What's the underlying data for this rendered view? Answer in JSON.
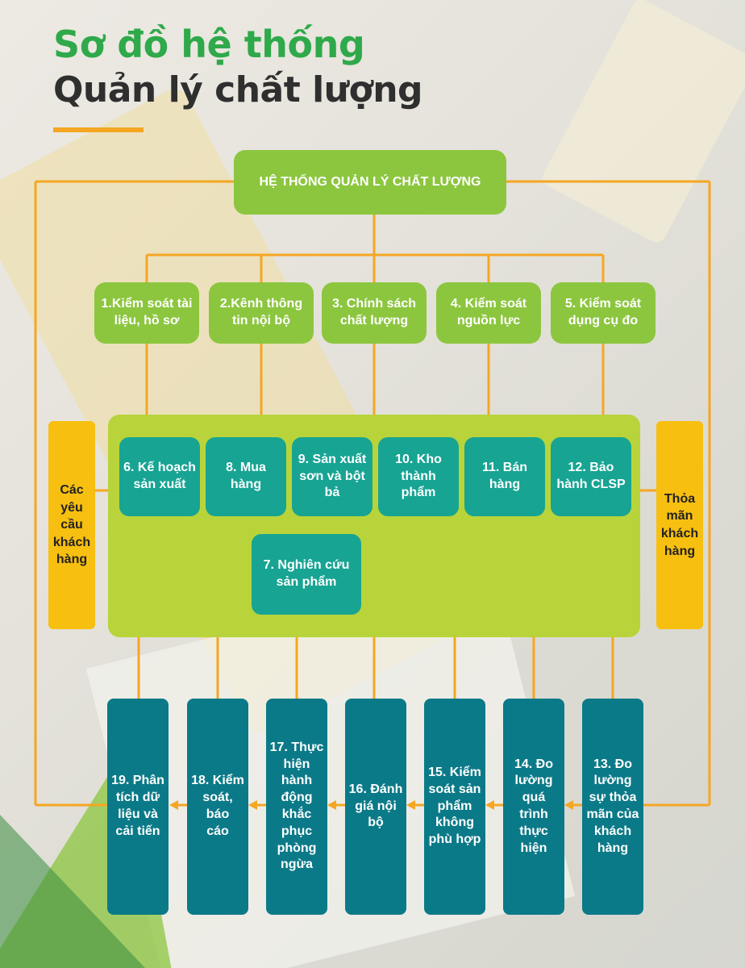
{
  "header": {
    "title_line1": "Sơ đồ hệ thống",
    "title_line2": "Quản lý chất lượng"
  },
  "colors": {
    "green": "#8cc63f",
    "lime_panel": "#b8d43a",
    "teal": "#17a493",
    "dark_teal": "#0b7a88",
    "yellow": "#f7bf10",
    "orange_line": "#f5a623",
    "title_green": "#2fa94a"
  },
  "diagram": {
    "root": "HỆ THỐNG QUẢN LÝ CHẤT LƯỢNG",
    "support": [
      "1.Kiểm soát tài\nliệu, hồ sơ",
      "2.Kênh thông\ntin nội bộ",
      "3. Chính sách\nchất lượng",
      "4. Kiểm soát\nnguồn lực",
      "5. Kiểm soát\ndụng cụ đo"
    ],
    "input": "Các\nyêu\ncầu\nkhách\nhàng",
    "output": "Thỏa\nmãn\nkhách\nhàng",
    "processes": [
      "6. Kế hoạch\nsản xuất",
      "8. Mua\nhàng",
      "9. Sản xuất\nsơn và bột\nbả",
      "10. Kho\nthành\nphẩm",
      "11. Bán\nhàng",
      "12. Bảo\nhành CLSP"
    ],
    "research": "7. Nghiên cứu\nsản phẩm",
    "improvement": [
      "19. Phân\ntích dữ\nliệu và\ncải tiến",
      "18. Kiểm\nsoát, báo\ncáo",
      "17. Thực\nhiện\nhành\nđộng\nkhắc\nphục\nphòng\nngừa",
      "16. Đánh\ngiá nội\nbộ",
      "15. Kiểm\nsoát sản\nphẩm\nkhông\nphù hợp",
      "14. Đo\nlường\nquá\ntrình\nthực\nhiện",
      "13. Đo\nlường\nsự thỏa\nmãn của\nkhách\nhàng"
    ]
  }
}
